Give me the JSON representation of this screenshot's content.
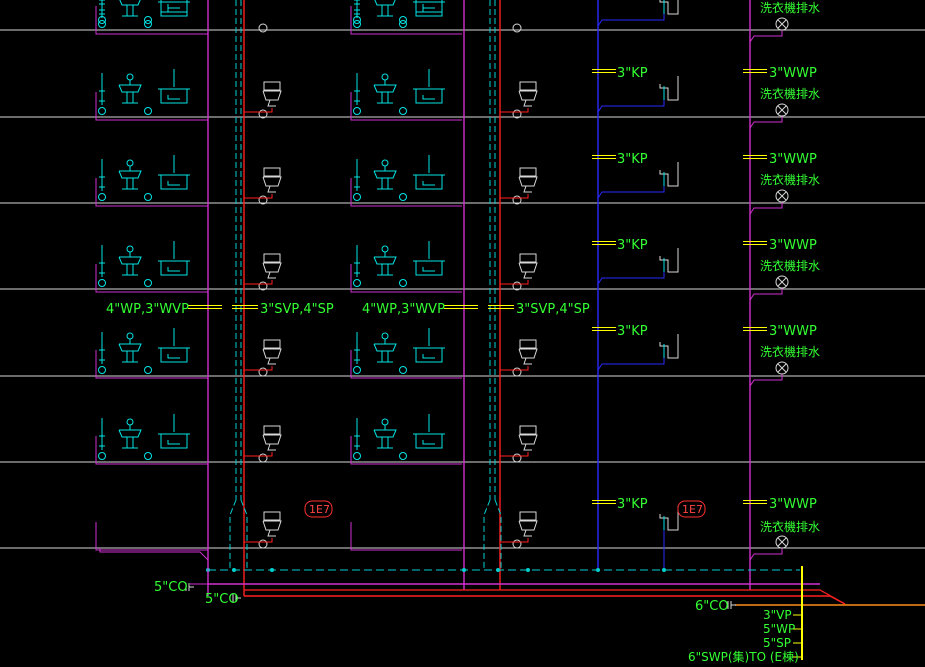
{
  "colors": {
    "background": "#000000",
    "floor_line": "#d8d8d8",
    "waste_pipe": "#d030d0",
    "vent_pipe": "#00d0d0",
    "soil_pipe": "#ff2020",
    "kitchen_pipe": "#2a2aff",
    "label": "#33ff33",
    "marker": "#ffff00",
    "fixture": "#00e5e5",
    "tag": "#ff3030",
    "orange": "#ff8c1a"
  },
  "icons": [
    "wash-basin-icon",
    "toilet-icon",
    "floor-drain-icon",
    "cleanout-icon",
    "sink-icon",
    "washing-machine-drain-icon"
  ],
  "labels": {
    "stack_a": "4\"WP,3\"WVP",
    "stack_b": "3\"SVP,4\"SP",
    "kp": "3\"KP",
    "wwp": "3\"WWP",
    "washer": "洗衣機排水",
    "tag": "1E7",
    "co5": "5\"CO",
    "co6": "6\"CO",
    "legend": [
      "3\"VP",
      "5\"WP",
      "5\"SP",
      "6\"SWP(集)TO (E棟)"
    ]
  }
}
